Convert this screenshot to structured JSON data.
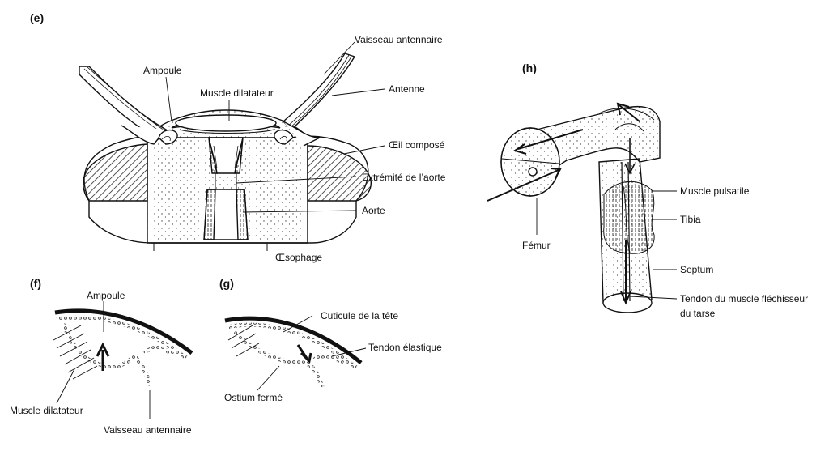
{
  "panels": {
    "e": "(e)",
    "f": "(f)",
    "g": "(g)",
    "h": "(h)"
  },
  "labels_e": {
    "vaisseau_antennaire": "Vaisseau antennaire",
    "ampoule": "Ampoule",
    "muscle_dilatateur": "Muscle dilatateur",
    "antenne": "Antenne",
    "oeil_compose": "Œil composé",
    "extremite_aorte": "Extrémité de l’aorte",
    "aorte": "Aorte",
    "oesophage": "Œsophage"
  },
  "labels_f": {
    "ampoule": "Ampoule",
    "muscle_dilatateur": "Muscle dilatateur",
    "vaisseau_antennaire": "Vaisseau antennaire"
  },
  "labels_g": {
    "cuticule": "Cuticule de la tête",
    "tendon_elastique": "Tendon élastique",
    "ostium_ferme": "Ostium fermé"
  },
  "labels_h": {
    "femur": "Fémur",
    "muscle_pulsatile": "Muscle pulsatile",
    "tibia": "Tibia",
    "septum": "Septum",
    "tendon_line1": "Tendon du muscle fléchisseur",
    "tendon_line2": "du tarse"
  }
}
